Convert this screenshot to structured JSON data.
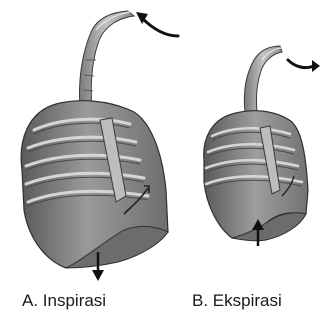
{
  "panels": [
    {
      "id": "A",
      "caption": "A. Inspirasi"
    },
    {
      "id": "B",
      "caption": "B. Ekspirasi"
    }
  ],
  "colors": {
    "tissue_dark": "#4a4a4a",
    "tissue_mid": "#8a8a8a",
    "tissue_light": "#c9c9c9",
    "rib_highlight": "#dcdcdc",
    "arrow": "#111111"
  },
  "icons": {
    "airflow_in": "curved-arrow-in-icon",
    "airflow_out": "curved-arrow-out-icon",
    "diaphragm_down": "arrow-down-icon",
    "diaphragm_up": "arrow-up-icon"
  }
}
